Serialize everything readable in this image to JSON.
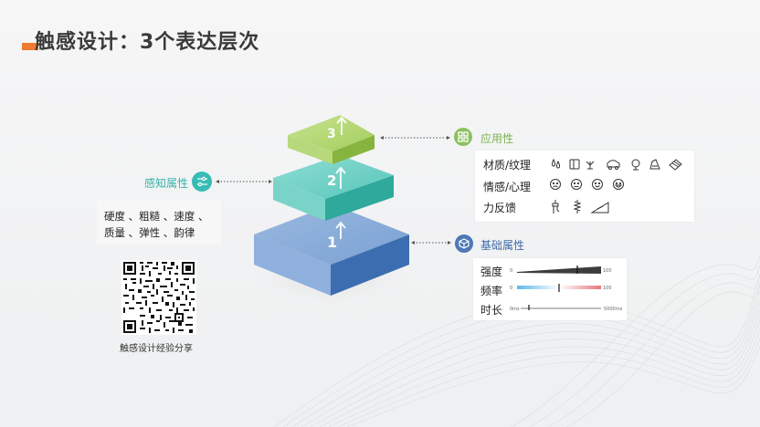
{
  "title": "触感设计：3个表达层次",
  "layers": [
    {
      "number": "3"
    },
    {
      "number": "2"
    },
    {
      "number": "1"
    }
  ],
  "application": {
    "label": "应用性",
    "rows": [
      {
        "label": "材质/纹理",
        "icons": [
          "drops-icon",
          "fabric-icon",
          "grass-icon",
          "car-icon",
          "bulb-icon",
          "ornament-icon",
          "wood-icon"
        ]
      },
      {
        "label": "情感/心理",
        "icons": [
          "sad-face-icon",
          "neutral-face-icon",
          "smile-face-icon",
          "happy-face-icon"
        ]
      },
      {
        "label": "力反馈",
        "icons": [
          "press-icon",
          "spring-icon",
          "slope-icon"
        ]
      }
    ]
  },
  "sensory": {
    "label": "感知属性",
    "line1": "硬度 、粗糙 、速度 、",
    "line2": "质量 、弹性 、韵律"
  },
  "basic": {
    "label": "基础属性",
    "intensity": {
      "label": "强度",
      "min": "0",
      "max": "100",
      "value_fraction": 0.72
    },
    "frequency": {
      "label": "频率",
      "min": "0",
      "max": "100",
      "value_fraction": 0.5
    },
    "duration": {
      "label": "时长",
      "min": "0ms",
      "max": "5000ms",
      "value_fraction": 0.1
    }
  },
  "qr_caption": "触感设计经验分享",
  "colors": {
    "accent": "#ee7a2e",
    "layer3": "#a4cd5c",
    "layer2": "#4ec2b7",
    "layer1": "#6e95cc",
    "application": "#8dc060",
    "sensory": "#37bcb4",
    "basic": "#4e78b6"
  }
}
